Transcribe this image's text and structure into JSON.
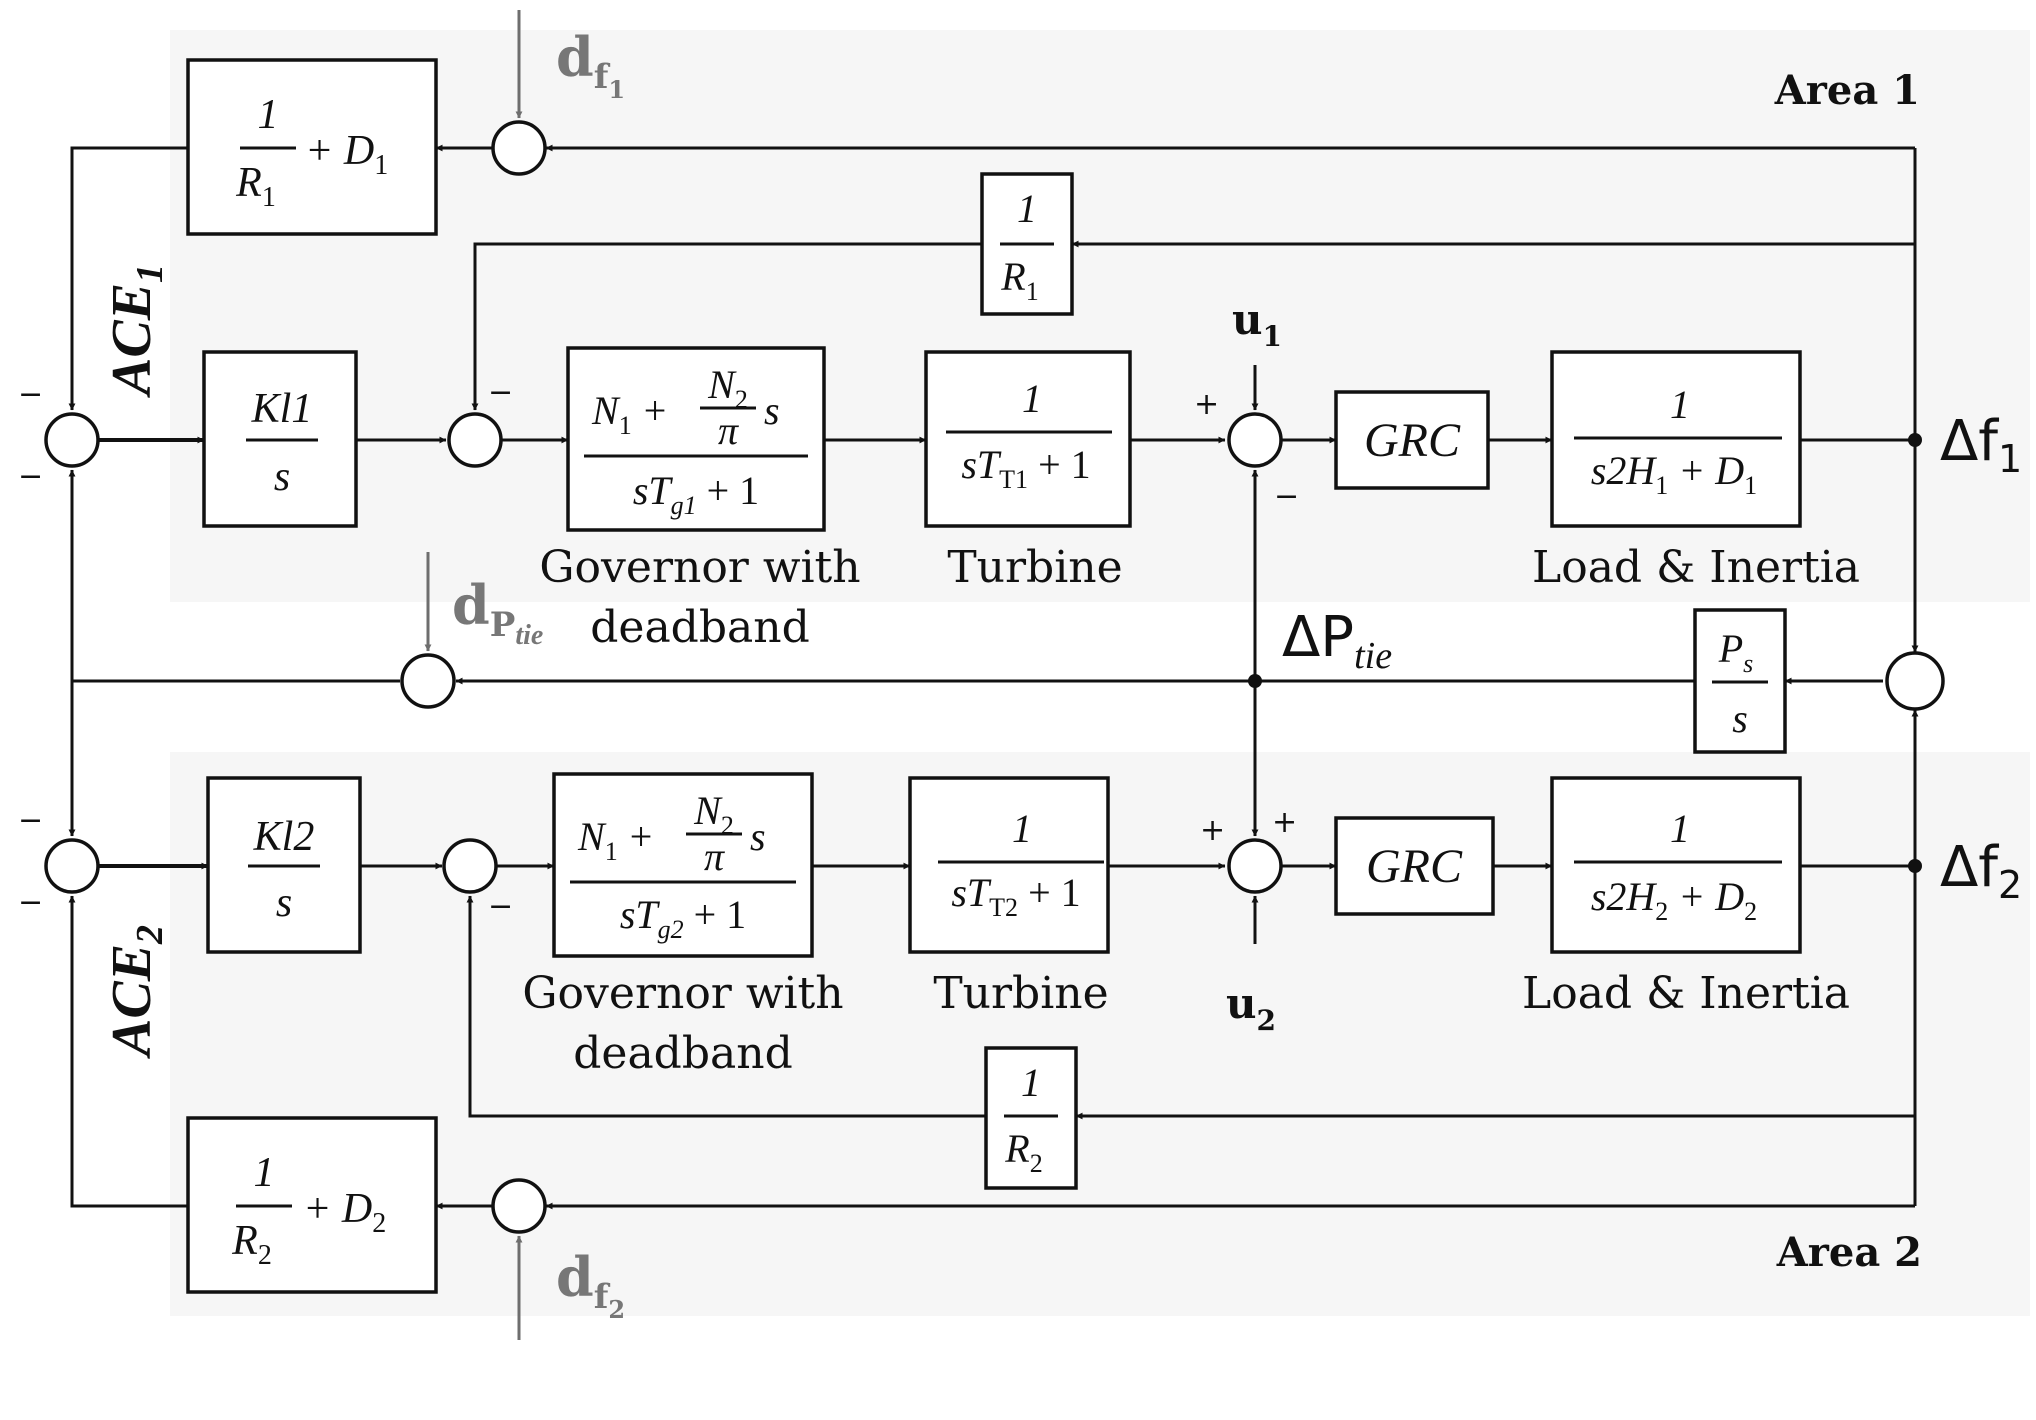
{
  "areas": {
    "area1": "Area 1",
    "area2": "Area 2"
  },
  "signals": {
    "ace1_main": "ACE",
    "ace1_sub": "1",
    "ace2_main": "ACE",
    "ace2_sub": "2",
    "df1_main": "Δf",
    "df1_sub": "1",
    "df2_main": "Δf",
    "df2_sub": "2",
    "dptie_main": "ΔP",
    "dptie_sub": "tie",
    "u1_main": "u",
    "u1_sub": "1",
    "u2_main": "u",
    "u2_sub": "2"
  },
  "disturbances": {
    "d_f1_main": "d",
    "d_f1_sub": "f",
    "d_f1_subsub": "1",
    "d_f2_main": "d",
    "d_f2_sub": "f",
    "d_f2_subsub": "2",
    "d_ptie_main": "d",
    "d_ptie_sub": "P",
    "d_ptie_subsub": "tie"
  },
  "blocks": {
    "bias1": {
      "num": "1",
      "den_var": "R",
      "den_sub": "1",
      "plus": "+ D",
      "plus_sub": "1"
    },
    "bias2": {
      "num": "1",
      "den_var": "R",
      "den_sub": "2",
      "plus": "+ D",
      "plus_sub": "2"
    },
    "droop1": {
      "num": "1",
      "den_var": "R",
      "den_sub": "1"
    },
    "droop2": {
      "num": "1",
      "den_var": "R",
      "den_sub": "2"
    },
    "integ1": {
      "num": "Kl1",
      "den": "s"
    },
    "integ2": {
      "num": "Kl2",
      "den": "s"
    },
    "gov1": {
      "n1": "N",
      "n1_sub": "1",
      "plus": "+",
      "n2": "N",
      "n2_sub": "2",
      "pi": "π",
      "s": "s",
      "den": "sT",
      "den_sub": "g1",
      "den_tail": "+ 1"
    },
    "gov2": {
      "n1": "N",
      "n1_sub": "1",
      "plus": "+",
      "n2": "N",
      "n2_sub": "2",
      "pi": "π",
      "s": "s",
      "den": "sT",
      "den_sub": "g2",
      "den_tail": "+ 1"
    },
    "turb1": {
      "num": "1",
      "den": "sT",
      "den_sub": "T1",
      "den_tail": "+ 1"
    },
    "turb2": {
      "num": "1",
      "den": "sT",
      "den_sub": "T2",
      "den_tail": "+ 1"
    },
    "grc1": {
      "label": "GRC"
    },
    "grc2": {
      "label": "GRC"
    },
    "load1": {
      "num": "1",
      "den": "s2H",
      "den_sub": "1",
      "den_tail": "+ D",
      "den_tail_sub": "1"
    },
    "load2": {
      "num": "1",
      "den": "s2H",
      "den_sub": "2",
      "den_tail": "+ D",
      "den_tail_sub": "2"
    },
    "tie": {
      "num": "P",
      "num_sub": "s",
      "den": "s"
    }
  },
  "captions": {
    "gov1_line1": "Governor with",
    "gov1_line2": "deadband",
    "gov2_line1": "Governor with",
    "gov2_line2": "deadband",
    "turb1": "Turbine",
    "turb2": "Turbine",
    "load1": "Load & Inertia",
    "load2": "Load & Inertia"
  },
  "signs": {
    "plus": "+",
    "minus": "−"
  },
  "colors": {
    "line": "#111111",
    "disturbance": "#777777",
    "area_bg": "#f6f6f6"
  }
}
